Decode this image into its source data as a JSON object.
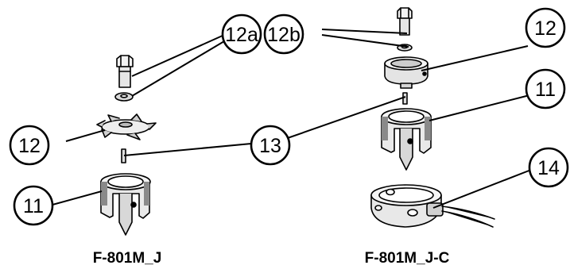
{
  "callouts": {
    "c12a": "12a",
    "c12b": "12b",
    "c12_right": "12",
    "c11_right": "11",
    "c12_left": "12",
    "c13": "13",
    "c14": "14",
    "c11_left": "11"
  },
  "captions": {
    "left": "F-801M_J",
    "right": "F-801M_J-C"
  }
}
